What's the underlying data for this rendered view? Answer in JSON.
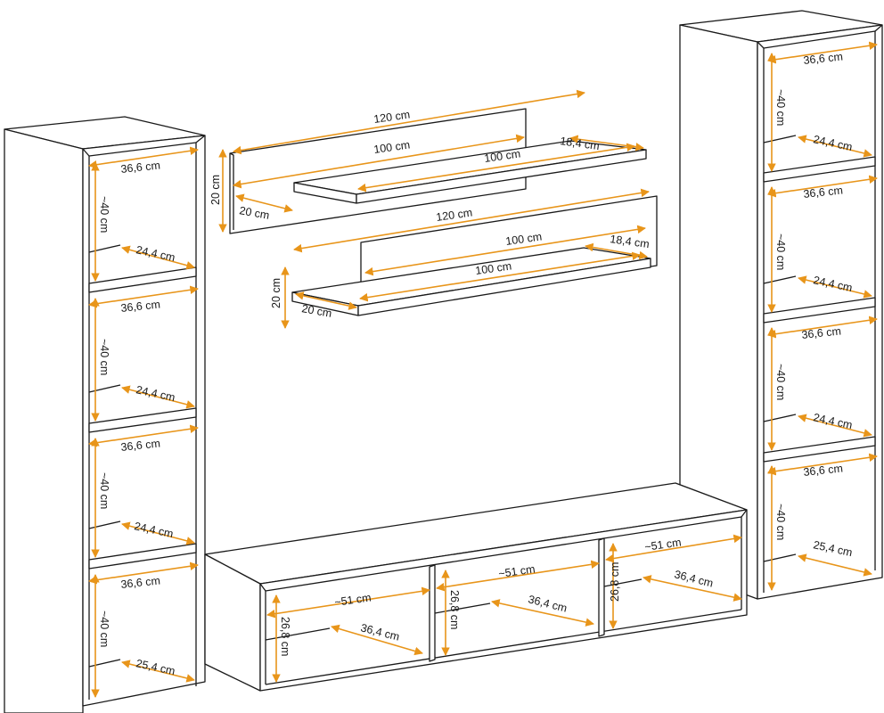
{
  "dimension_color": "#e8951a",
  "line_color": "#1a1a1a",
  "left_bookcase": {
    "width_labels": [
      "36,6 cm",
      "36,6 cm",
      "36,6 cm",
      "36,6 cm"
    ],
    "height_labels": [
      "~40 cm",
      "~40 cm",
      "~40 cm",
      "~40 cm"
    ],
    "depth_labels": [
      "24,4 cm",
      "24,4 cm",
      "24,4 cm",
      "25,4 cm"
    ]
  },
  "right_bookcase": {
    "width_labels": [
      "36,6 cm",
      "36,6 cm",
      "36,6 cm",
      "36,6 cm"
    ],
    "height_labels": [
      "~40 cm",
      "~40 cm",
      "~40 cm",
      "~40 cm"
    ],
    "depth_labels": [
      "24,4 cm",
      "24,4 cm",
      "24,4 cm",
      "25,4 cm"
    ]
  },
  "upper_shelf": {
    "back_width": "120 cm",
    "board_width_top": "100 cm",
    "board_width_front": "100 cm",
    "board_depth": "18,4 cm",
    "back_height": "20 cm",
    "side_depth": "20 cm"
  },
  "lower_shelf": {
    "back_width": "120 cm",
    "board_width_top": "100 cm",
    "board_width_front": "100 cm",
    "board_depth": "18,4 cm",
    "back_height": "20 cm",
    "side_depth": "20 cm"
  },
  "tv_stand": {
    "compartments": [
      {
        "width": "~51 cm",
        "height": "26,8 cm",
        "depth": "36,4 cm"
      },
      {
        "width": "~51 cm",
        "height": "26,8 cm",
        "depth": "36,4 cm"
      },
      {
        "width": "~51 cm",
        "height": "26,8 cm",
        "depth": "36,4 cm"
      }
    ]
  }
}
